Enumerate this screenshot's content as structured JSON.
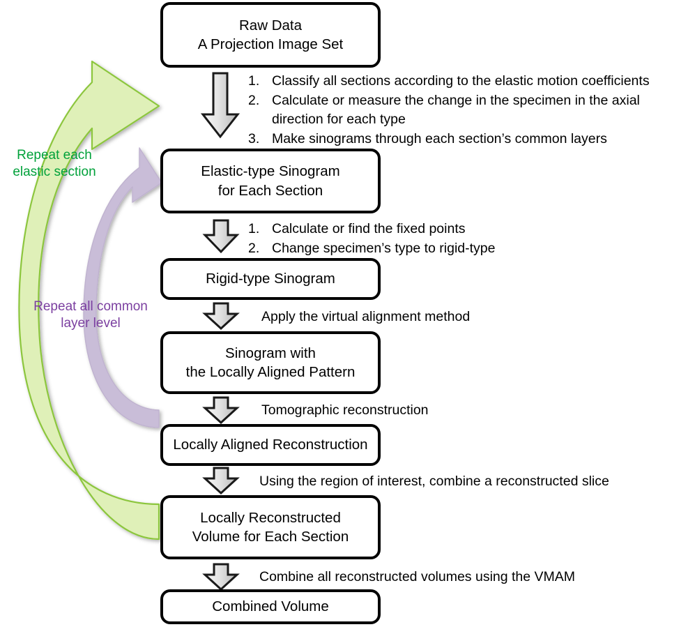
{
  "diagram": {
    "title": "Virtual Multiple Alignment Method (VMAM) reconstruction workflow",
    "colors": {
      "green_fill": "#dff0b8",
      "green_stroke": "#8cc63e",
      "green_text": "#00a13a",
      "purple_fill": "#c9bdd8",
      "purple_stroke": "#b6a8c9",
      "purple_text": "#7b3fa0",
      "arrow_fill_light": "#f2f2f2",
      "arrow_fill_dark": "#bfbfbf",
      "box_border": "#000000",
      "box_fill": "#ffffff"
    },
    "nodes": [
      {
        "id": "raw-data",
        "label": "Raw Data\nA Projection Image Set"
      },
      {
        "id": "elastic-sinogram",
        "label": "Elastic-type Sinogram\nfor Each Section"
      },
      {
        "id": "rigid-sinogram",
        "label": "Rigid-type Sinogram"
      },
      {
        "id": "aligned-sinogram",
        "label": "Sinogram with\nthe Locally Aligned Pattern"
      },
      {
        "id": "aligned-reconstruction",
        "label": "Locally Aligned Reconstruction"
      },
      {
        "id": "local-volume",
        "label": "Locally Reconstructed\nVolume for Each Section"
      },
      {
        "id": "combined-volume",
        "label": "Combined Volume"
      }
    ],
    "steps_group_1": [
      {
        "num": "1.",
        "text": "Classify all sections according to the elastic motion coefficients"
      },
      {
        "num": "2.",
        "text": "Calculate or measure the change in the specimen in the axial direction for each type"
      },
      {
        "num": "3.",
        "text": "Make sinograms through each section’s common layers"
      }
    ],
    "steps_group_2": [
      {
        "num": "1.",
        "text": "Calculate or find the fixed points"
      },
      {
        "num": "2.",
        "text": "Change specimen’s type to rigid-type"
      }
    ],
    "captions": {
      "virtual_alignment": "Apply the virtual alignment method",
      "tomographic": "Tomographic reconstruction",
      "roi_combine": "Using the region of interest, combine a reconstructed slice",
      "combine_all": "Combine all reconstructed volumes using the VMAM"
    },
    "loops": [
      {
        "id": "repeat-elastic-section",
        "label": "Repeat each\nelastic section",
        "color": "#00a13a"
      },
      {
        "id": "repeat-common-layer",
        "label": "Repeat all common\nlayer level",
        "color": "#7b3fa0"
      }
    ]
  }
}
